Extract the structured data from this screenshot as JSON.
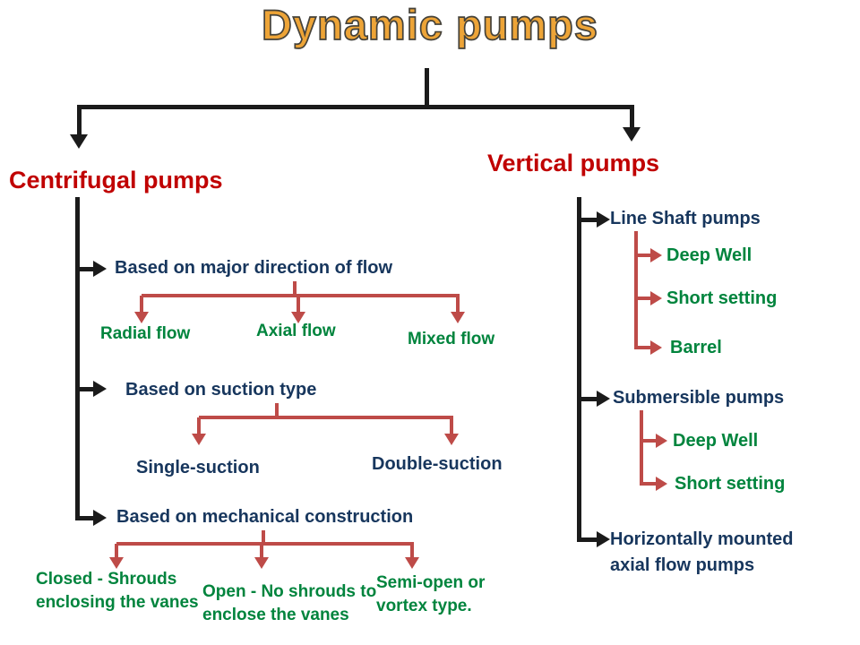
{
  "title": "Dynamic pumps",
  "colors": {
    "title_fill": "#EDA437",
    "title_outline": "#45423a",
    "branch_red": "#C00000",
    "category_navy": "#17365D",
    "leaf_green": "#00843D",
    "tree_black": "#1b1b1b",
    "bracket_red": "#BE4B48",
    "background": "#ffffff"
  },
  "left": {
    "label": "Centrifugal pumps",
    "groups": [
      {
        "label": "Based on major direction of flow",
        "children": [
          "Radial flow",
          "Axial flow",
          "Mixed flow"
        ]
      },
      {
        "label": "Based on suction type",
        "children": [
          "Single-suction",
          "Double-suction"
        ]
      },
      {
        "label": "Based on mechanical construction",
        "children": [
          "Closed - Shrouds enclosing the vanes",
          "Open - No shrouds to enclose the vanes",
          "Semi-open or vortex type."
        ]
      }
    ]
  },
  "right": {
    "label": "Vertical pumps",
    "groups": [
      {
        "label": "Line Shaft pumps",
        "children": [
          "Deep Well",
          "Short setting",
          "Barrel"
        ]
      },
      {
        "label": "Submersible pumps",
        "children": [
          "Deep Well",
          "Short setting"
        ]
      },
      {
        "label": "Horizontally mounted axial flow pumps",
        "children": []
      }
    ]
  }
}
